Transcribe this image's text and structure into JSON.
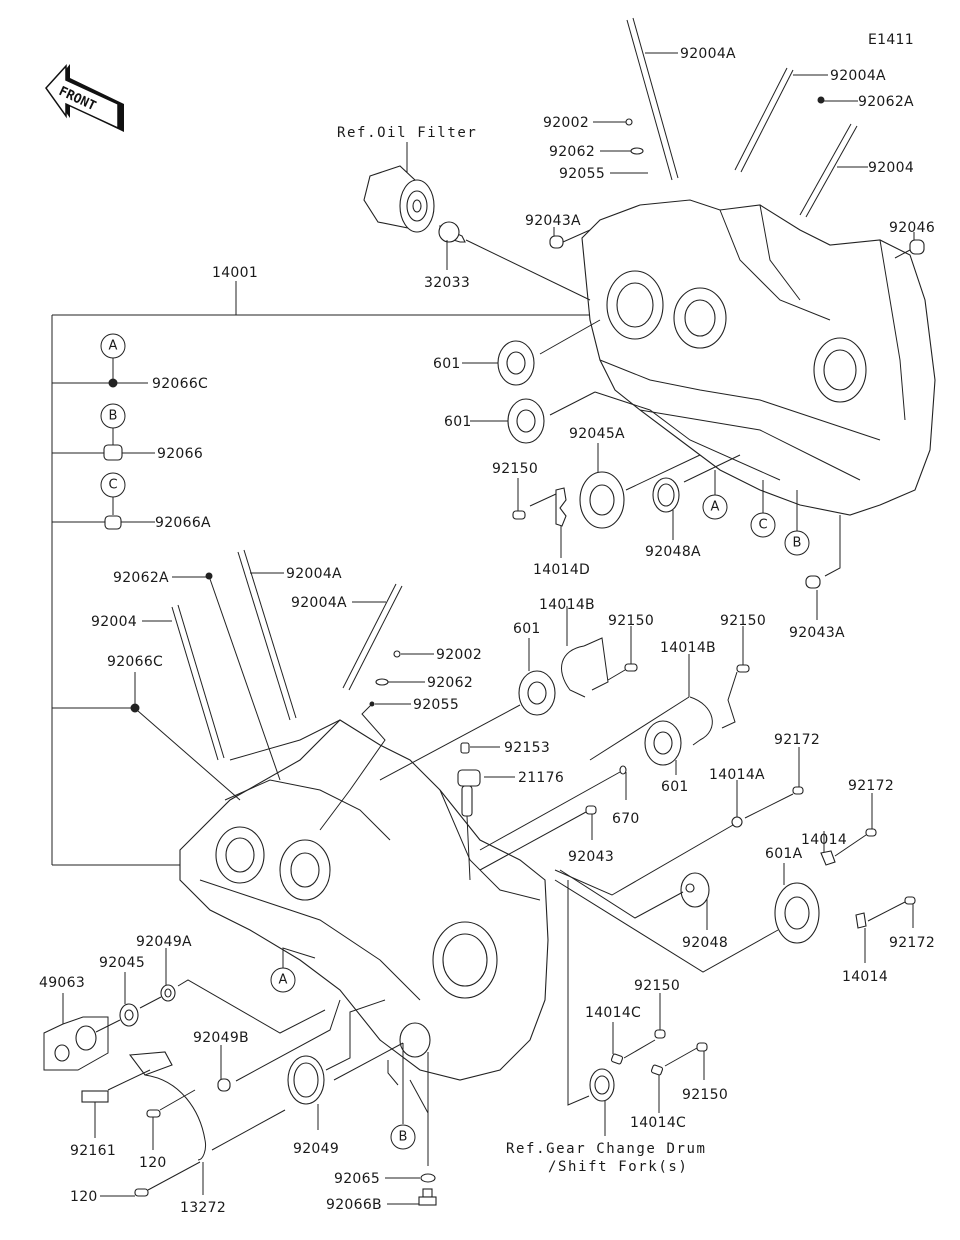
{
  "diagram": {
    "code": "E1411",
    "front_label": "FRONT",
    "refs": {
      "oil_filter": "Ref.Oil Filter",
      "gear_change_line1": "Ref.Gear Change Drum",
      "gear_change_line2": "/Shift Fork(s)"
    },
    "callouts": {
      "A": "A",
      "B": "B",
      "C": "C"
    },
    "parts": {
      "p92004A_1": "92004A",
      "p92004A_2": "92004A",
      "p92062A_1": "92062A",
      "p92002_1": "92002",
      "p92062_1": "92062",
      "p92055_1": "92055",
      "p92004_1": "92004",
      "p92043A_1": "92043A",
      "p92046": "92046",
      "p32033": "32033",
      "p14001": "14001",
      "p92066C_1": "92066C",
      "p92066": "92066",
      "p92066A": "92066A",
      "p601_1": "601",
      "p601_2": "601",
      "p92045A": "92045A",
      "p92150_1": "92150",
      "p14014D": "14014D",
      "p92048A": "92048A",
      "p92043A_2": "92043A",
      "p92062A_2": "92062A",
      "p92004A_3": "92004A",
      "p92004A_4": "92004A",
      "p92004_2": "92004",
      "p92066C_2": "92066C",
      "p92002_2": "92002",
      "p92062_2": "92062",
      "p92055_2": "92055",
      "p14014B_1": "14014B",
      "p601_3": "601",
      "p92150_2": "92150",
      "p14014B_2": "14014B",
      "p92150_3": "92150",
      "p92153": "92153",
      "p21176": "21176",
      "p670": "670",
      "p601_4": "601",
      "p92043": "92043",
      "p14014A": "14014A",
      "p92172_1": "92172",
      "p92172_2": "92172",
      "p14014_1": "14014",
      "p601A": "601A",
      "p92048": "92048",
      "p92172_3": "92172",
      "p14014_2": "14014",
      "p49063": "49063",
      "p92045": "92045",
      "p92049A": "92049A",
      "p92049B": "92049B",
      "p92161": "92161",
      "p120_1": "120",
      "p120_2": "120",
      "p13272": "13272",
      "p92049": "92049",
      "p92065": "92065",
      "p92066B": "92066B",
      "p92150_4": "92150",
      "p14014C_1": "14014C",
      "p92150_5": "92150",
      "p14014C_2": "14014C"
    }
  }
}
